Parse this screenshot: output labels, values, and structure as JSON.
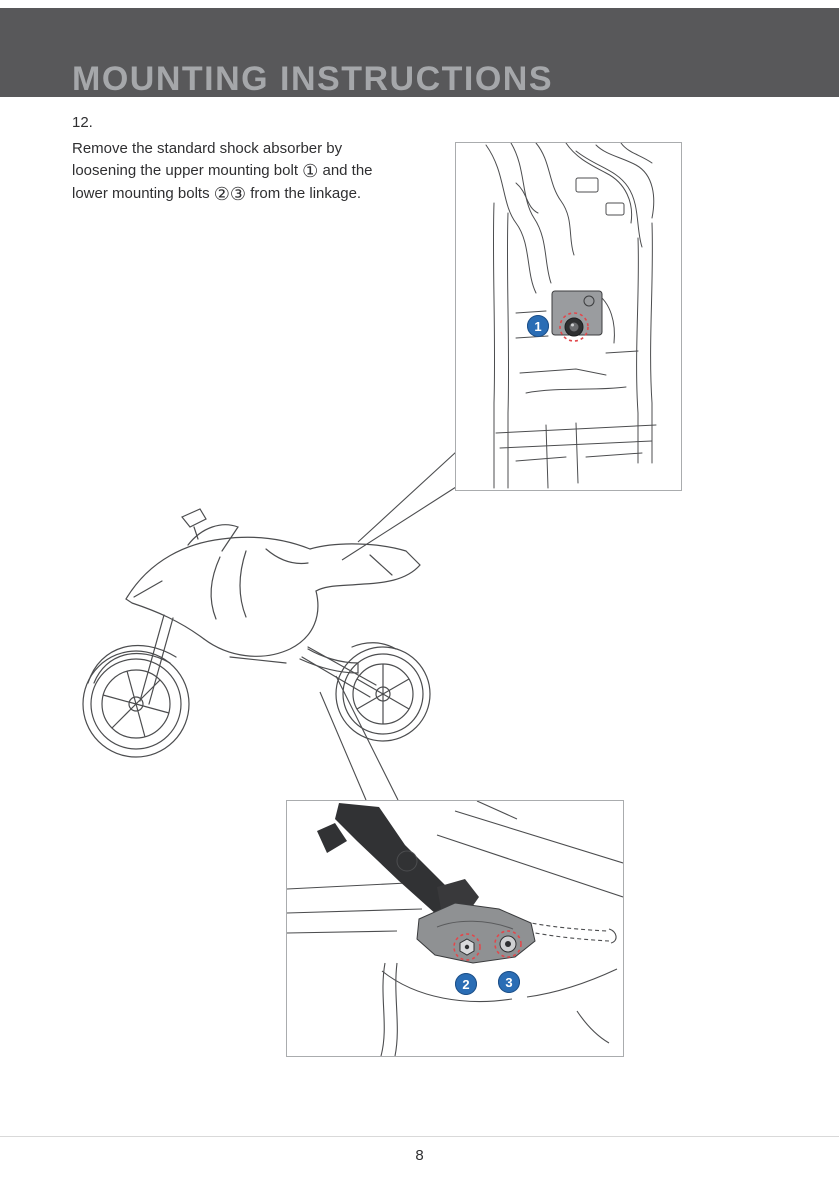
{
  "header": {
    "title": "MOUNTING INSTRUCTIONS"
  },
  "step": {
    "number": "12.",
    "line1": "Remove the standard shock absorber by",
    "line2_pre": "loosening the upper mounting bolt ",
    "line2_callout": "①",
    "line2_post": " and the",
    "line3_pre": "lower mounting bolts ",
    "line3_callout_a": "②",
    "line3_callout_b": "③",
    "line3_post": " from the linkage.",
    "bolt_references": [
      "1",
      "2",
      "3"
    ]
  },
  "figures": {
    "upper_detail": {
      "marker": "1"
    },
    "lower_detail": {
      "marker_left": "2",
      "marker_right": "3"
    }
  },
  "footer": {
    "page_number": "8"
  },
  "colors": {
    "header_bar": "#58585a",
    "header_text": "#a5a7aa",
    "marker_blue": "#2a6db5",
    "bolt_highlight_red": "#e2474b",
    "line_art_gray": "#4c4d4f"
  }
}
